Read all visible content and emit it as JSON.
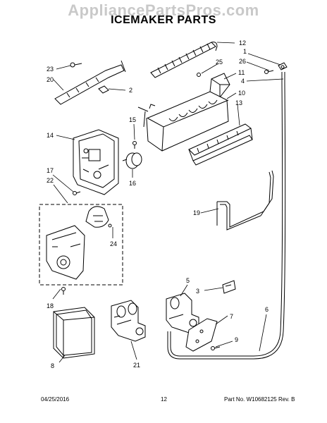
{
  "header": {
    "watermark": "AppliancePartsPros.com",
    "title": "ICEMAKER PARTS"
  },
  "callouts": [
    "12",
    "1",
    "26",
    "25",
    "4",
    "11",
    "10",
    "23",
    "20",
    "2",
    "13",
    "15",
    "14",
    "17",
    "22",
    "16",
    "19",
    "24",
    "18",
    "5",
    "3",
    "7",
    "6",
    "9",
    "8",
    "21"
  ],
  "footer": {
    "date": "04/25/2016",
    "page": "12",
    "part_label": "Part No.",
    "part_no": "W10682125",
    "rev_label": "Rev.",
    "rev": "B"
  }
}
